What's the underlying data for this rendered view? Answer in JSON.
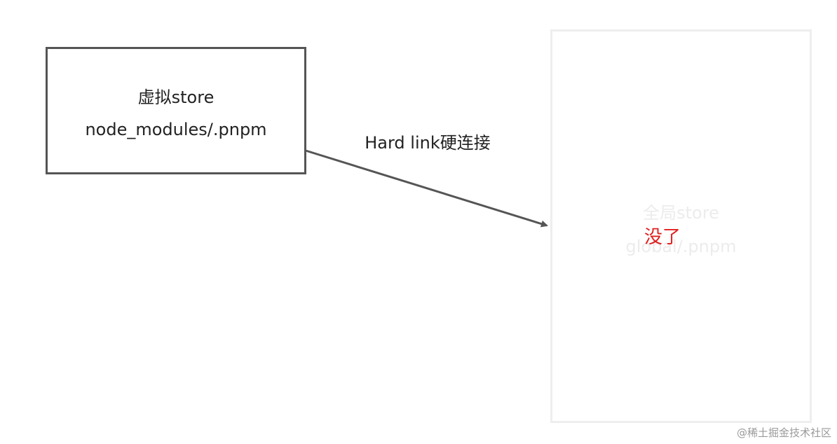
{
  "nodes": {
    "virtual_store": {
      "line1": "虚拟store",
      "line2": "node_modules/.pnpm"
    },
    "global_store": {
      "line1": "全局store",
      "line2": "global/.pnpm",
      "status": "没了"
    }
  },
  "edges": [
    {
      "from": "virtual_store",
      "to": "global_store",
      "label": "Hard link硬连接"
    }
  ],
  "colors": {
    "node_border": "#555555",
    "faded_border": "#eeeeee",
    "faded_text": "#ececec",
    "status_red": "#e02020",
    "arrow": "#555555"
  },
  "watermark": "@稀土掘金技术社区"
}
